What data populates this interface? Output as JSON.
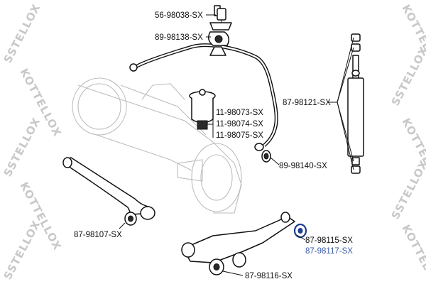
{
  "watermark": {
    "text": "SSTELLOX",
    "brand": "KOTTELLOX"
  },
  "parts": [
    {
      "id": "p1",
      "label": "56-98038-SX",
      "highlight": false
    },
    {
      "id": "p2",
      "label": "89-98138-SX",
      "highlight": false
    },
    {
      "id": "p3",
      "label": "11-98073-SX",
      "highlight": false
    },
    {
      "id": "p4",
      "label": "11-98074-SX",
      "highlight": false
    },
    {
      "id": "p5",
      "label": "11-98075-SX",
      "highlight": false
    },
    {
      "id": "p6",
      "label": "87-98121-SX",
      "highlight": false
    },
    {
      "id": "p7",
      "label": "89-98140-SX",
      "highlight": false
    },
    {
      "id": "p8",
      "label": "87-98107-SX",
      "highlight": false
    },
    {
      "id": "p9",
      "label": "87-98115-SX",
      "highlight": false
    },
    {
      "id": "p10",
      "label": "87-98117-SX",
      "highlight": true
    },
    {
      "id": "p11",
      "label": "87-98116-SX",
      "highlight": false
    }
  ],
  "colors": {
    "highlight": "#3b5aa8",
    "ink": "#111111",
    "ghost": "#bdbdbd",
    "watermark": "#c8c8c8"
  }
}
